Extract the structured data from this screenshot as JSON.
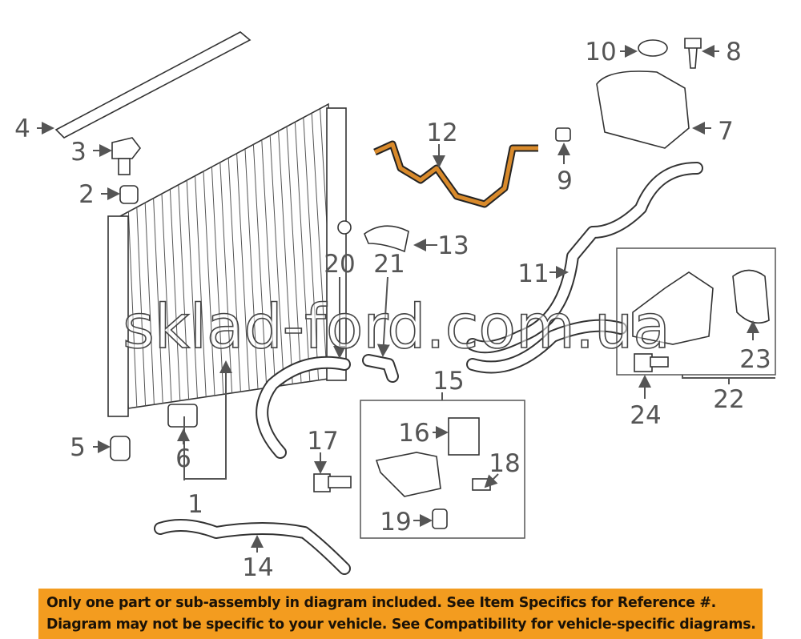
{
  "diagram": {
    "callouts": [
      "1",
      "2",
      "3",
      "4",
      "5",
      "6",
      "7",
      "8",
      "9",
      "10",
      "11",
      "12",
      "13",
      "14",
      "15",
      "16",
      "17",
      "18",
      "19",
      "20",
      "21",
      "22",
      "23",
      "24"
    ],
    "highlight_part": "12",
    "highlight_color": "#d98a2b"
  },
  "watermark": "sklad-ford.com.ua",
  "banner": {
    "line1": "Only one part or sub-assembly in diagram included. See Item Specifics for Reference #.",
    "line2": "Diagram may not be specific to your vehicle. See Compatibility for vehicle-specific diagrams.",
    "color": "#f39c1f"
  }
}
